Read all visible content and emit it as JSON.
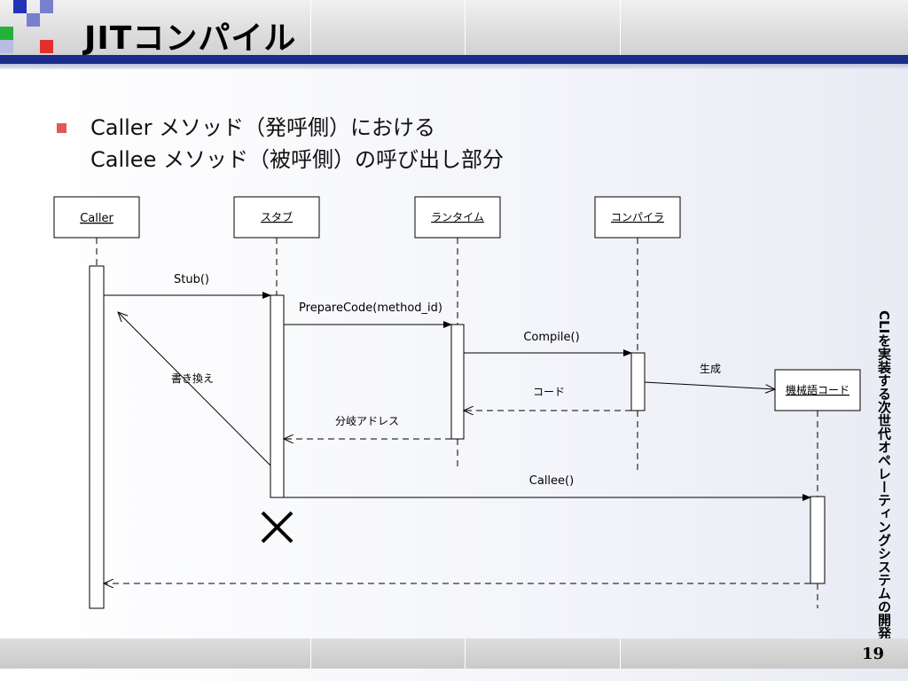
{
  "slide": {
    "title": "JITコンパイル",
    "bullet_line1": "Caller メソッド（発呼側）における",
    "bullet_line2": "Callee メソッド（被呼側）の呼び出し部分",
    "side_text": "CLIを実装する次世代オペレーティングシステムの開発",
    "page_number": "19"
  },
  "diagram": {
    "lifelines": {
      "caller": "Caller",
      "stub": "スタブ",
      "runtime": "ランタイム",
      "compiler": "コンパイラ"
    },
    "object": "機械語コード",
    "messages": {
      "stub_call": "Stub()",
      "prepare": "PrepareCode(method_id)",
      "compile": "Compile()",
      "generate": "生成",
      "code": "コード",
      "branch": "分岐アドレス",
      "rewrite": "書き換え",
      "callee": "Callee()"
    }
  },
  "colors": {
    "rule_blue": "#1b2c8a",
    "bullet": "#e05858"
  }
}
